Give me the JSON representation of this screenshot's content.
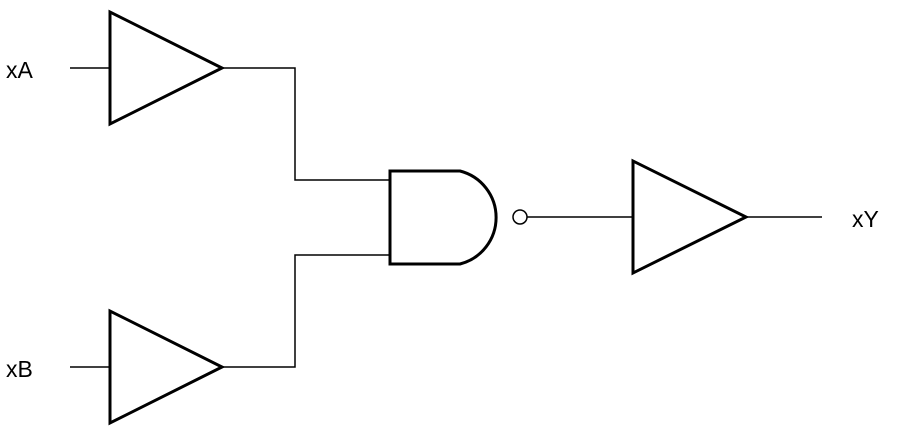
{
  "labels": {
    "input_a": "xA",
    "input_b": "xB",
    "output_y": "xY"
  },
  "components": {
    "buffer_a": "buffer",
    "buffer_b": "buffer",
    "nand_gate": "nand",
    "buffer_out": "buffer"
  },
  "colors": {
    "line": "#000000",
    "background": "#ffffff"
  }
}
